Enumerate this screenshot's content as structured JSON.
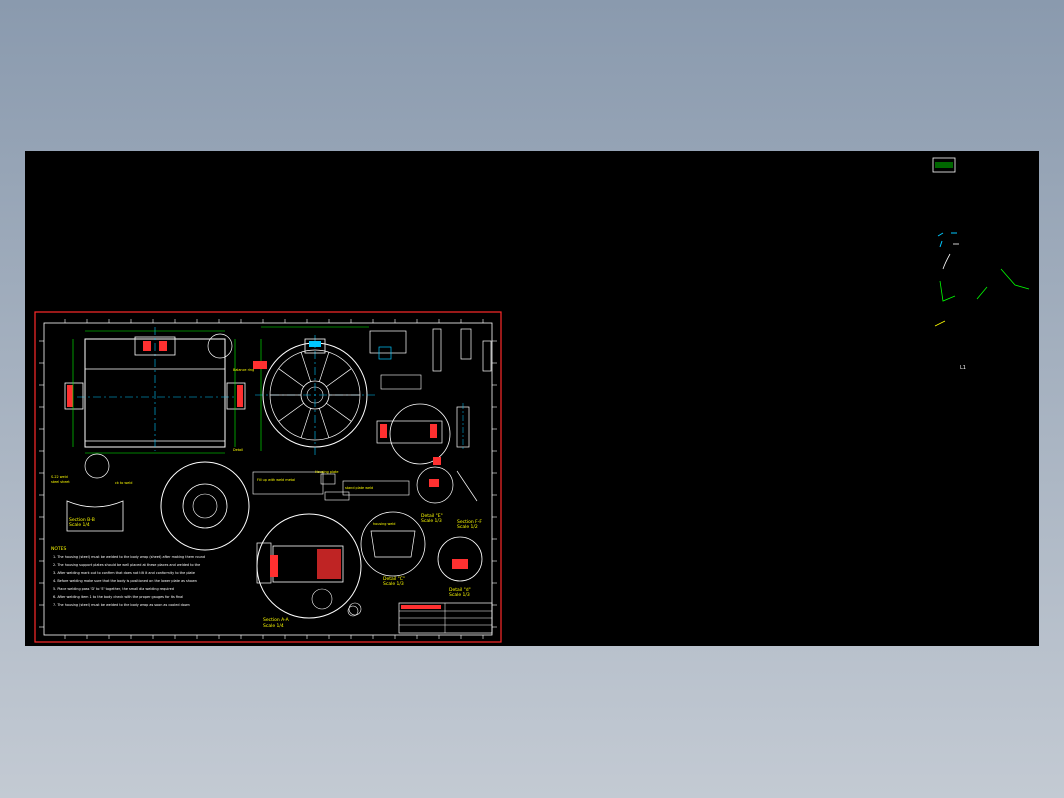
{
  "drawing": {
    "viewport": {
      "background": "#000000"
    },
    "colors": {
      "frame": "#ff2a2a",
      "geometry": "#ffffff",
      "dimension": "#00ff00",
      "centerline": "#00c8ff",
      "hatch": "#ff3030",
      "text": "#ffff00",
      "highlight": "#ff00ff"
    },
    "labels": {
      "section_bb": "Section B-B",
      "scale_bb": "Scale 1/4",
      "section_aa": "Section A-A",
      "scale_aa": "Scale 1/4",
      "detail_c": "Detail \"C\"",
      "detail_c_scale": "Scale 1/3",
      "detail_d": "Detail \"d\"",
      "detail_d_scale": "Scale 1/3",
      "detail_e": "Detail \"E\"",
      "detail_e_scale": "Scale 1/3",
      "section_ff": "Section F-F",
      "section_ff_scale": "Scale 1/2",
      "notes_heading": "NOTES",
      "right_area_label": "L1"
    },
    "notes": [
      "1.  The housing (steel) must be welded to the body wrap (sheet) after making them round",
      "2.  The housing support plates should be well placed at these places and welded to the",
      "3.  After welding mark out to confirm that does not tilt it and conformity to the plate",
      "4.  Before welding make sure that the body is positioned on the lower plate as shown",
      "5.  Place welding pass 'D' to 'E' together, the small dia welding required",
      "6.  After welding item 1 to the body check with the proper gauges for its final",
      "7.  The housing (steel) must be welded to the body wrap as soon as cooled down"
    ],
    "callouts": [
      "S-22 weld",
      "steel sheet",
      "ck to weld",
      "Detail",
      "Balance ring",
      "Housing plate",
      "Fill up with weld metal",
      "stand plate weld",
      "housing weld"
    ]
  }
}
